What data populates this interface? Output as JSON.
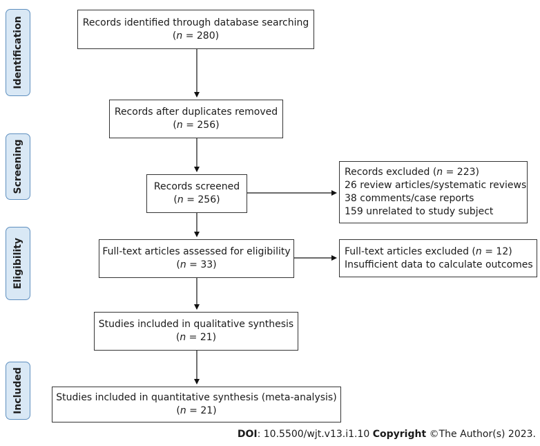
{
  "stages": [
    {
      "id": "identification",
      "label": "Identification"
    },
    {
      "id": "screening",
      "label": "Screening"
    },
    {
      "id": "eligibility",
      "label": "Eligibility"
    },
    {
      "id": "included",
      "label": "Included"
    }
  ],
  "boxes": {
    "identified": {
      "text": "Records identified through database searching",
      "n": "280"
    },
    "dedup": {
      "text": "Records after duplicates removed",
      "n": "256"
    },
    "screened": {
      "text": "Records screened",
      "n": "256"
    },
    "excluded": {
      "title_prefix": "Records excluded (",
      "title_suffix": ")",
      "n": "223",
      "items": [
        "26 review articles/systematic reviews",
        "38 comments/case reports",
        "159 unrelated to study subject"
      ]
    },
    "fulltext": {
      "text": "Full-text articles assessed for eligibility",
      "n": "33"
    },
    "fulltext_excluded": {
      "title_prefix": "Full-text articles excluded (",
      "title_suffix": ")",
      "n": "12",
      "items": [
        "Insufficient data to calculate outcomes"
      ]
    },
    "qualitative": {
      "text": "Studies included in qualitative synthesis",
      "n": "21"
    },
    "quantitative": {
      "text": "Studies included in quantitative synthesis (meta-analysis)",
      "n": "21"
    }
  },
  "n_symbol": "n",
  "footer": {
    "doi_label": "DOI",
    "doi_value": ": 10.5500/wjt.v13.i1.10 ",
    "copyright_label": "Copyright",
    "copyright_value": " ©The Author(s) 2023."
  }
}
